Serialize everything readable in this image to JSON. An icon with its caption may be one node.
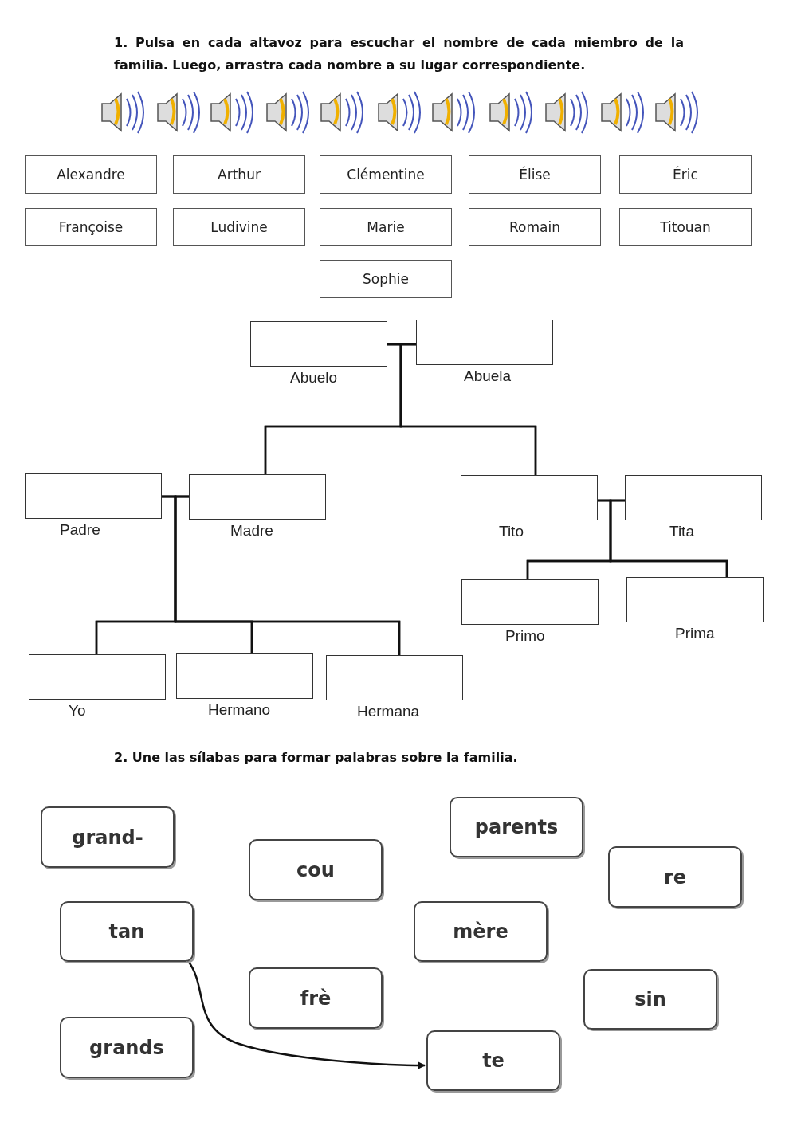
{
  "diagram": {
    "title": "1. Pulsa en cada altavoz para escuchar el nombre de cada miembro de la familia. Luego, arrastra cada nombre a su lugar correspondiente.",
    "nodes": [
      {
        "text": [
          "Alexandre"
        ]
      },
      {
        "text": [
          "Arthur"
        ]
      },
      {
        "text": [
          "Clémentine"
        ]
      },
      {
        "text": [
          "Élise"
        ]
      },
      {
        "text": [
          "Éric"
        ]
      },
      {
        "text": [
          "Françoise"
        ]
      },
      {
        "text": [
          "Ludivine"
        ]
      },
      {
        "text": [
          "Marie"
        ]
      },
      {
        "text": [
          "Romain"
        ]
      },
      {
        "text": [
          "Titouan"
        ]
      },
      {
        "text": [
          "Sophie"
        ]
      },
      {
        "text": [
          "Abuelo"
        ]
      },
      {
        "text": [
          "Abuela"
        ]
      },
      {
        "text": [
          "Padre"
        ]
      },
      {
        "text": [
          "Madre"
        ]
      },
      {
        "text": [
          "Tito"
        ]
      },
      {
        "text": [
          "Tita"
        ]
      },
      {
        "text": [
          "Primo"
        ]
      },
      {
        "text": [
          "Prima"
        ]
      },
      {
        "text": [
          "Yo"
        ]
      },
      {
        "text": [
          "Hermano"
        ]
      },
      {
        "text": [
          "Hermana"
        ]
      },
      {
        "text": [
          "grand-"
        ]
      },
      {
        "text": [
          "parents"
        ]
      },
      {
        "text": [
          "cou"
        ]
      },
      {
        "text": [
          "re"
        ]
      },
      {
        "text": [
          "tan"
        ]
      },
      {
        "text": [
          "mère"
        ]
      },
      {
        "text": [
          "frè"
        ]
      },
      {
        "text": [
          "sin"
        ]
      },
      {
        "text": [
          "grands"
        ]
      },
      {
        "text": [
          "te"
        ]
      }
    ],
    "edges": [
      {
        "from": 11,
        "to": 12,
        "arrow": "none"
      },
      {
        "from": 11,
        "to": 14,
        "arrow": "none"
      },
      {
        "from": 12,
        "to": 14,
        "arrow": "none"
      },
      {
        "from": 11,
        "to": 15,
        "arrow": "none"
      },
      {
        "from": 12,
        "to": 15,
        "arrow": "none"
      },
      {
        "from": 13,
        "to": 14,
        "arrow": "none"
      },
      {
        "from": 13,
        "to": 19,
        "arrow": "none"
      },
      {
        "from": 14,
        "to": 19,
        "arrow": "none"
      },
      {
        "from": 13,
        "to": 20,
        "arrow": "none"
      },
      {
        "from": 14,
        "to": 20,
        "arrow": "none"
      },
      {
        "from": 13,
        "to": 21,
        "arrow": "none"
      },
      {
        "from": 14,
        "to": 21,
        "arrow": "none"
      },
      {
        "from": 15,
        "to": 16,
        "arrow": "none"
      },
      {
        "from": 15,
        "to": 17,
        "arrow": "none"
      },
      {
        "from": 16,
        "to": 17,
        "arrow": "none"
      },
      {
        "from": 15,
        "to": 18,
        "arrow": "none"
      },
      {
        "from": 16,
        "to": 18,
        "arrow": "none"
      },
      {
        "from": 26,
        "to": 31,
        "arrow": "to"
      }
    ],
    "labels": [
      "2. Une las sílabas para formar palabras sobre la familia."
    ]
  }
}
